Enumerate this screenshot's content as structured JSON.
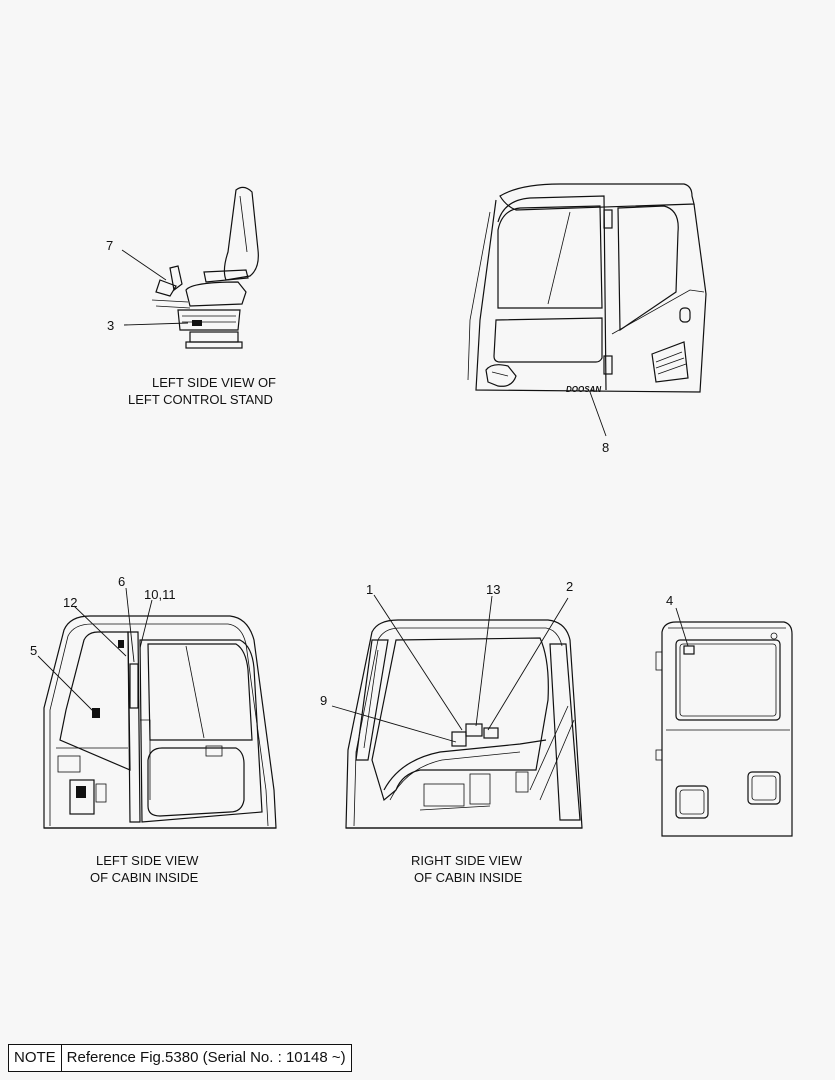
{
  "views": [
    {
      "id": "control-stand",
      "caption": [
        "LEFT SIDE VIEW OF",
        "LEFT CONTROL STAND"
      ]
    },
    {
      "id": "cabin-exterior",
      "caption": []
    },
    {
      "id": "cabin-left-inside",
      "caption": [
        "LEFT SIDE VIEW",
        "OF CABIN INSIDE"
      ]
    },
    {
      "id": "cabin-right-inside",
      "caption": [
        "RIGHT SIDE VIEW",
        "OF CABIN INSIDE"
      ]
    },
    {
      "id": "cabin-rear",
      "caption": []
    }
  ],
  "callouts": {
    "c7": "7",
    "c3": "3",
    "c8": "8",
    "c6": "6",
    "c1011": "10,11",
    "c12": "12",
    "c5": "5",
    "c1": "1",
    "c13": "13",
    "c2": "2",
    "c9": "9",
    "c4": "4"
  },
  "brand_mark": "DOOSAN",
  "note": {
    "key": "NOTE",
    "text": "Reference Fig.5380 (Serial No. : 10148 ~)"
  }
}
